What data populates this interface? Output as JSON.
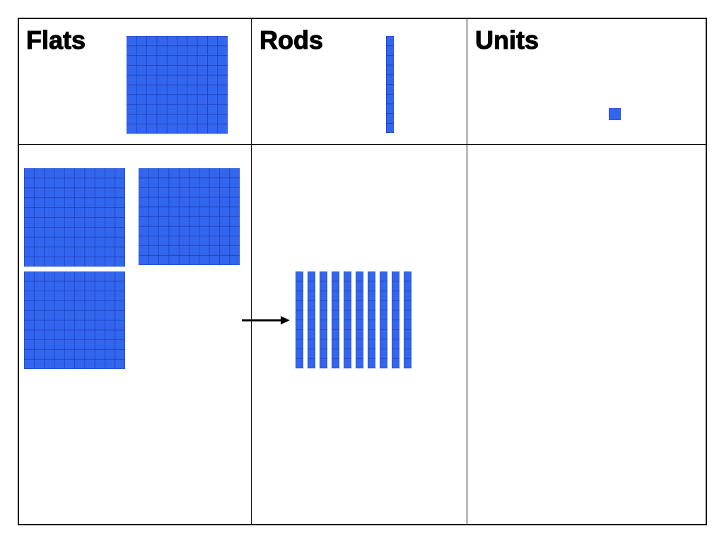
{
  "columns": [
    {
      "key": "flats",
      "label": "Flats"
    },
    {
      "key": "rods",
      "label": "Rods"
    },
    {
      "key": "units",
      "label": "Units"
    }
  ],
  "block_color": "#3366ee",
  "grid_line_color": "#1f3fb8",
  "legend_icons": {
    "flats": "flat-block-icon (10x10 grid)",
    "rods": "rod-block-icon (1x10 column)",
    "units": "unit-block-icon (single cube)"
  },
  "workspace": {
    "flats_count": 3,
    "rods_count": 10,
    "units_count": 0,
    "arrow_icon": "right-arrow-icon"
  }
}
